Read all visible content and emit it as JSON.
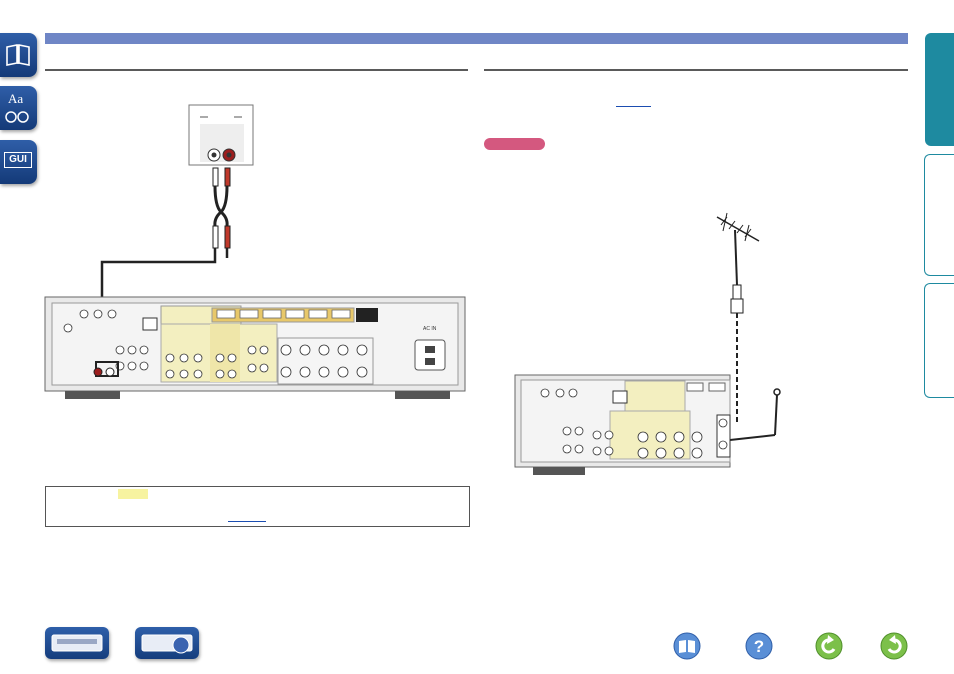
{
  "sidebar": {
    "icons": [
      "book-icon",
      "glossary-icon",
      "gui-icon"
    ],
    "glossary_label": "Aa",
    "gui_label": "GUI"
  },
  "colors": {
    "header_bar": "#6f86c6",
    "tab_active": "#1e8aa0",
    "badge": "#d4587f",
    "highlight": "#f7f3a0",
    "link": "#1b4db1",
    "nav_green": "#7cc04a",
    "nav_blue": "#5a8fd6"
  },
  "right_tabs": [
    "tab-active",
    "tab",
    "tab"
  ],
  "diagrams": {
    "left": "receiver-rear-panel-audio-connection",
    "right": "receiver-rear-panel-antenna-connection",
    "ac_label": "AC IN"
  },
  "bottom_nav": {
    "device_buttons": [
      "front-panel-icon",
      "remote-panel-icon"
    ],
    "nav_icons": [
      "manual-icon",
      "help-icon",
      "back-icon",
      "forward-icon"
    ],
    "help_glyph": "?"
  }
}
